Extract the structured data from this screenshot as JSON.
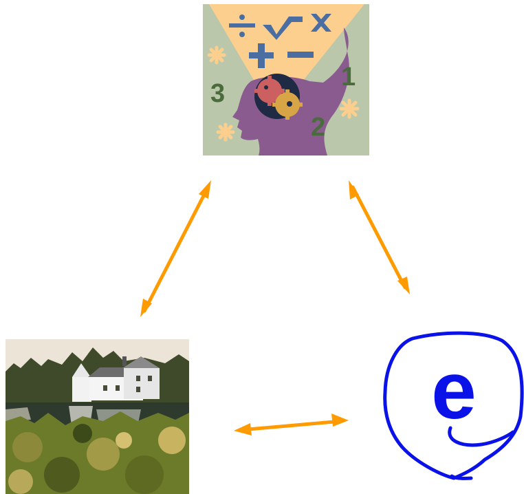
{
  "nodes": {
    "mind": {
      "icon": "thinking-head-gears-icon",
      "operators": [
        "÷",
        "√",
        "×",
        "+",
        "−"
      ],
      "numbers": [
        "1",
        "2",
        "3"
      ],
      "colors": {
        "background": "#bac7aa",
        "funnel": "#fccf8e",
        "head": "#8a5b8f",
        "operators": "#4a6ea2",
        "numbers": "#4a6b3c",
        "gear_red": "#cc6060",
        "gear_gold": "#d7a446",
        "gear_dark": "#1f2a44"
      }
    },
    "landscape": {
      "icon": "house-by-lake-icon",
      "colors": {
        "sky": "#ede4d8",
        "water": "#2f3a2e",
        "foliage": "#6b7b2a",
        "house": "#f0f0f0"
      }
    },
    "e_symbol": {
      "icon": "circled-e-icon",
      "letter": "e",
      "colors": {
        "stroke": "#0a12e8"
      }
    }
  },
  "arrows": {
    "color": "#ff9b00",
    "links": [
      {
        "from": "mind",
        "to": "landscape"
      },
      {
        "from": "mind",
        "to": "e_symbol"
      },
      {
        "from": "landscape",
        "to": "e_symbol"
      }
    ]
  }
}
